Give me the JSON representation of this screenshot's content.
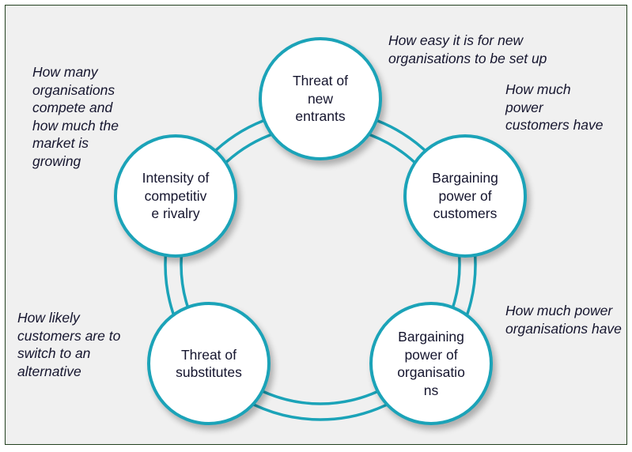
{
  "diagram": {
    "title": "Porter's Five Forces",
    "accent_color": "#1ba3b8",
    "forces": [
      {
        "id": "new-entrants",
        "label": "Threat of\nnew\nentrants",
        "description": "How easy it is for new\norganisations to be set up"
      },
      {
        "id": "customers",
        "label": "Bargaining\npower of\ncustomers",
        "description": "How much\npower\ncustomers have"
      },
      {
        "id": "organisations",
        "label": "Bargaining\npower of\norganisatio\nns",
        "description": "How much power\norganisations have"
      },
      {
        "id": "substitutes",
        "label": "Threat of\nsubstitutes",
        "description": "How likely\ncustomers are to\nswitch to an\nalternative"
      },
      {
        "id": "rivalry",
        "label": "Intensity of\ncompetitiv\ne rivalry",
        "description": "How many\norganisations\ncompete and\nhow much the\nmarket is\ngrowing"
      }
    ]
  }
}
